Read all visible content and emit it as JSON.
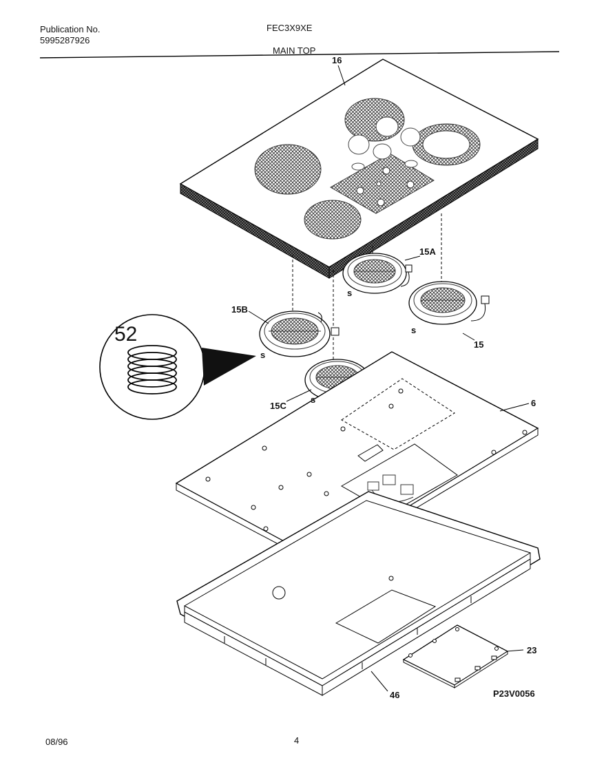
{
  "header": {
    "pub_label": "Publication No.",
    "pub_number": "5995287926",
    "model": "FEC3X9XE",
    "section": "MAIN TOP"
  },
  "callouts": {
    "c16": "16",
    "c15A": "15A",
    "c15B": "15B",
    "c15": "15",
    "c15C": "15C",
    "c6": "6",
    "c52": "52",
    "c23": "23",
    "c46": "46",
    "s1": "s",
    "s2": "s",
    "s3": "s",
    "s4": "s"
  },
  "footer": {
    "date": "08/96",
    "page": "4",
    "drawing_id": "P23V0056"
  }
}
